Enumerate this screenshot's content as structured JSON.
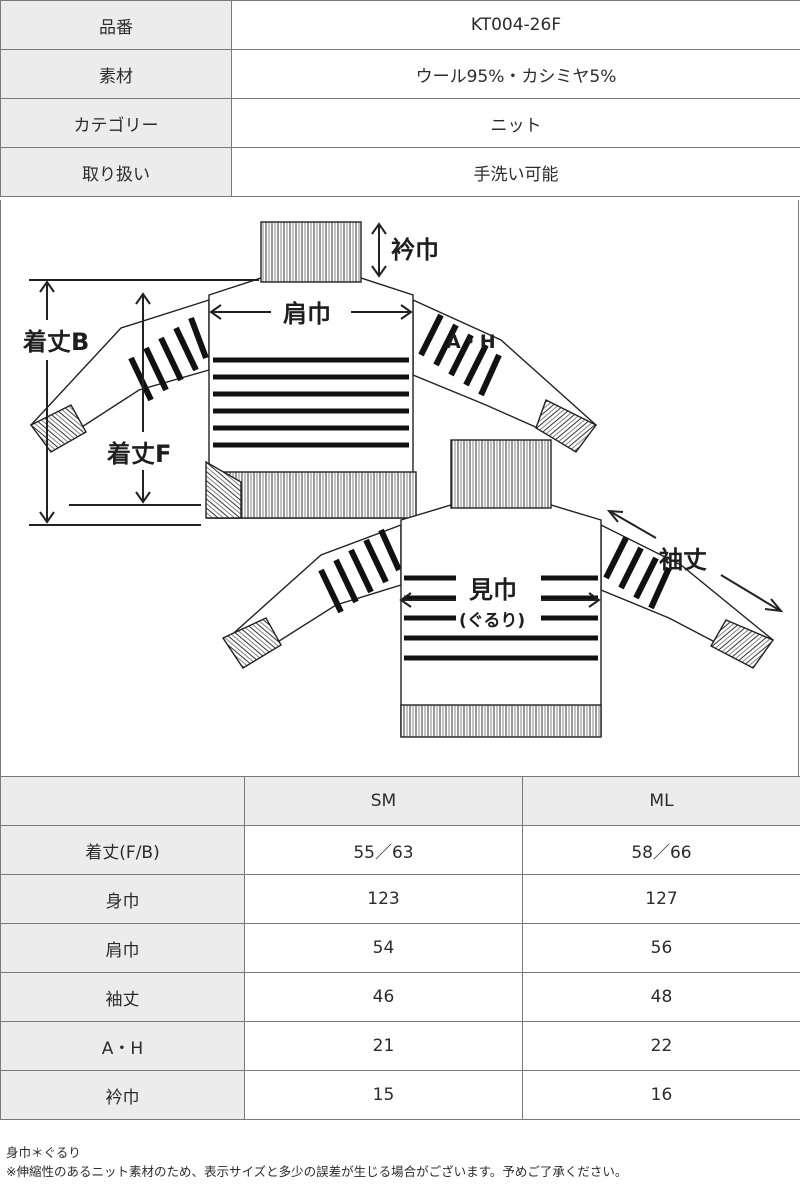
{
  "info": {
    "rows": [
      {
        "label": "品番",
        "value": "KT004-26F"
      },
      {
        "label": "素材",
        "value": "ウール95%・カシミヤ5%"
      },
      {
        "label": "カテゴリー",
        "value": "ニット"
      },
      {
        "label": "取り扱い",
        "value": "手洗い可能"
      }
    ]
  },
  "diagram": {
    "labels": {
      "collar": "衿巾",
      "shoulder": "肩巾",
      "armhole": "A・H",
      "length_back": "着丈B",
      "length_front": "着丈F",
      "sleeve": "袖丈",
      "body_width": "見巾",
      "body_width_note": "(ぐるり)"
    }
  },
  "sizes": {
    "columns": [
      "SM",
      "ML"
    ],
    "rows": [
      {
        "label": "着丈(F/B)",
        "values": [
          "55／63",
          "58／66"
        ]
      },
      {
        "label": "身巾",
        "values": [
          "123",
          "127"
        ]
      },
      {
        "label": "肩巾",
        "values": [
          "54",
          "56"
        ]
      },
      {
        "label": "袖丈",
        "values": [
          "46",
          "48"
        ]
      },
      {
        "label": "A・H",
        "values": [
          "21",
          "22"
        ]
      },
      {
        "label": "衿巾",
        "values": [
          "15",
          "16"
        ]
      }
    ]
  },
  "notes": [
    "身巾＊ぐるり",
    "※伸縮性のあるニット素材のため、表示サイズと多少の誤差が生じる場合がございます。予めご了承ください。"
  ]
}
